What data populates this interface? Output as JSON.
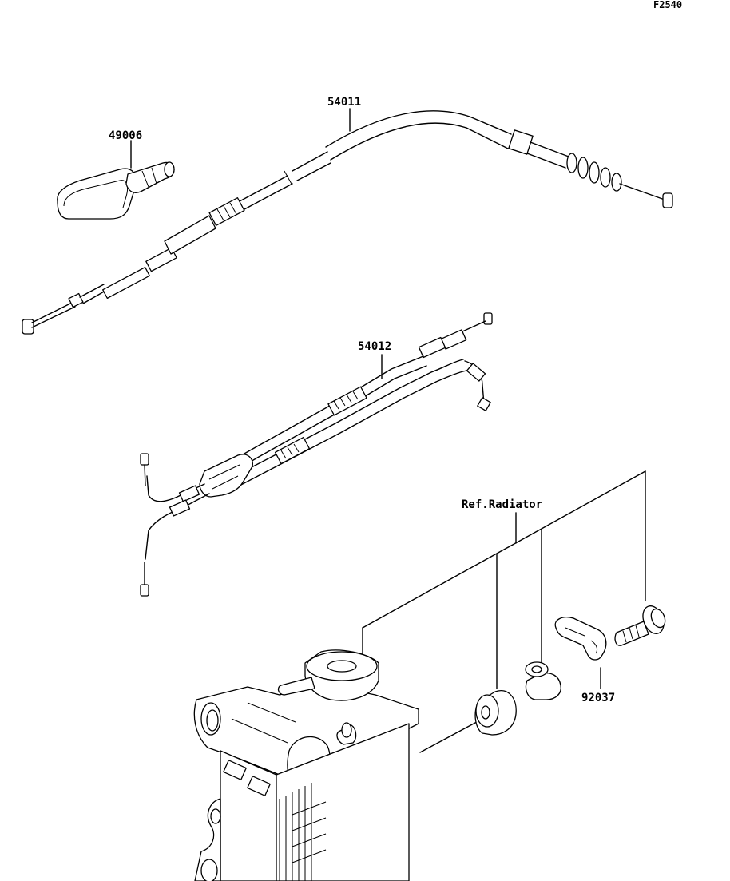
{
  "diagram_code": "F2540",
  "parts": [
    {
      "number": "49006"
    },
    {
      "number": "54011"
    },
    {
      "number": "54012"
    },
    {
      "number": "92037"
    }
  ],
  "reference_label": "Ref.Radiator"
}
